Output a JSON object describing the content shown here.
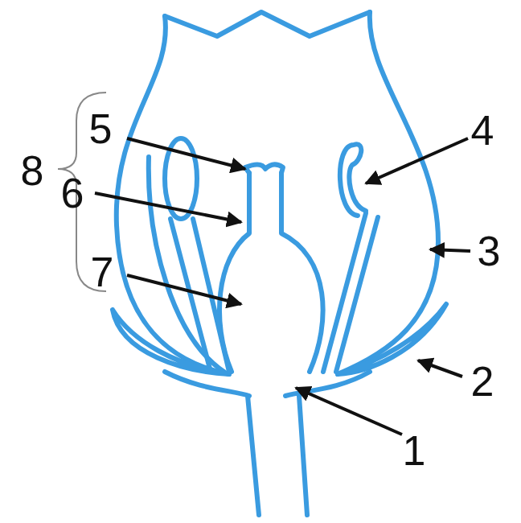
{
  "diagram": {
    "labels": [
      "5",
      "4",
      "8",
      "6",
      "3",
      "7",
      "2",
      "1"
    ]
  }
}
